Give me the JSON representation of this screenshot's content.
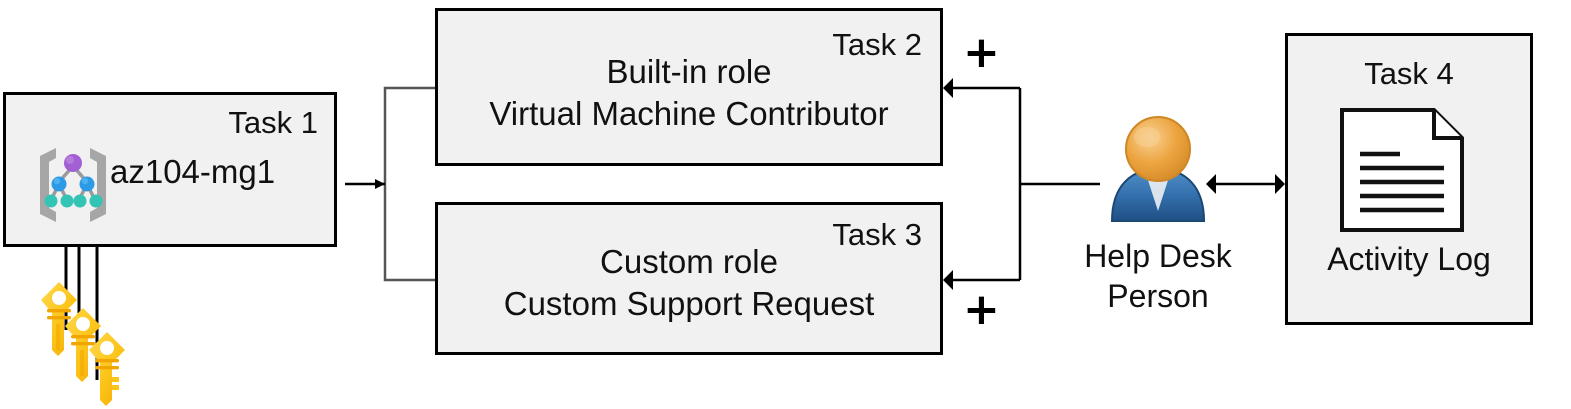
{
  "diagram": {
    "title": "Azure RBAC Task Diagram",
    "background": "#ffffff",
    "box_fill": "#f1f1f1",
    "box_stroke": "#000000",
    "line_color": "#000000"
  },
  "boxes": {
    "task1": {
      "tag": "Task 1",
      "label": "az104-mg1",
      "icon": "management-group-icon"
    },
    "task2": {
      "tag": "Task 2",
      "line1": "Built-in role",
      "line2": "Virtual Machine Contributor"
    },
    "task3": {
      "tag": "Task 3",
      "line1": "Custom role",
      "line2": "Custom Support Request"
    },
    "task4": {
      "tag": "Task 4",
      "label": "Activity Log",
      "icon": "document-icon"
    }
  },
  "actor": {
    "name_line1": "Help Desk",
    "name_line2": "Person",
    "icon": "person-icon"
  },
  "operators": {
    "plus_top": "+",
    "plus_bottom": "+"
  },
  "icons": {
    "keys": {
      "name": "key-icon",
      "count": 3,
      "color_light": "#ffd22e",
      "color_mid": "#fcc419",
      "color_dark": "#f5a800"
    },
    "management_group": {
      "root_color": "#a35fd4",
      "mid_color": "#2c9ae5",
      "leaf_color": "#33c4b6",
      "bracket_color": "#a6a6a6"
    },
    "person": {
      "head_color": "#eda542",
      "head_color_light": "#f7c777",
      "body_color": "#2f6fad",
      "body_color_light": "#4a8cc7"
    },
    "document": {
      "stroke": "#111111",
      "fill": "#ffffff"
    }
  }
}
